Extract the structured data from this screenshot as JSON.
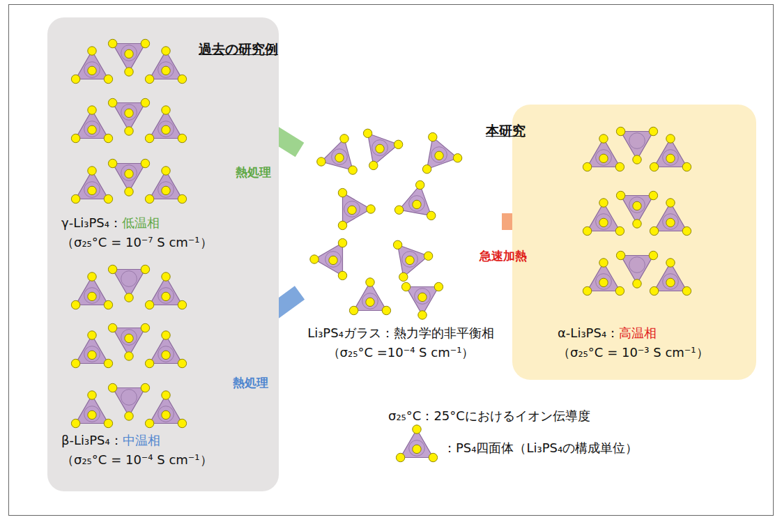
{
  "diagram": {
    "nodes": [
      {
        "text": [
          "過去の研究例"
        ]
      },
      {
        "text": [
          "γ-Li₃PS₄：",
          "低温相",
          "（σ₂₅°C = 10⁻⁷ S cm⁻¹）"
        ],
        "in": 0
      },
      {
        "text": [
          "β-Li₃PS₄：",
          "中温相",
          "（σ₂₅°C = 10⁻⁴ S cm⁻¹）"
        ],
        "in": 0
      },
      {
        "text": [
          "Li₃PS₄ガラス：熱力学的非平衡相",
          "（σ₂₅°C =10⁻⁴ S cm⁻¹）"
        ]
      },
      {
        "text": [
          "本研究"
        ]
      },
      {
        "text": [
          "α-Li₃PS₄：",
          "高温相",
          "（σ₂₅°C = 10⁻³ S cm⁻¹）"
        ],
        "in": 4
      }
    ],
    "edges": [
      {
        "from": 3,
        "to": 1,
        "label": "熱処理",
        "arrow": "to"
      },
      {
        "from": 3,
        "to": 2,
        "label": "熱処理",
        "arrow": "to"
      },
      {
        "from": 3,
        "to": 5,
        "label": "急速加熱",
        "arrow": "to"
      }
    ],
    "labels": [
      "σ₂₅°C：25°Cにおけるイオン伝導度"
    ],
    "legend": [
      {
        "text": "：PS₄四面体（Li₃PS₄の構成単位）"
      }
    ]
  }
}
